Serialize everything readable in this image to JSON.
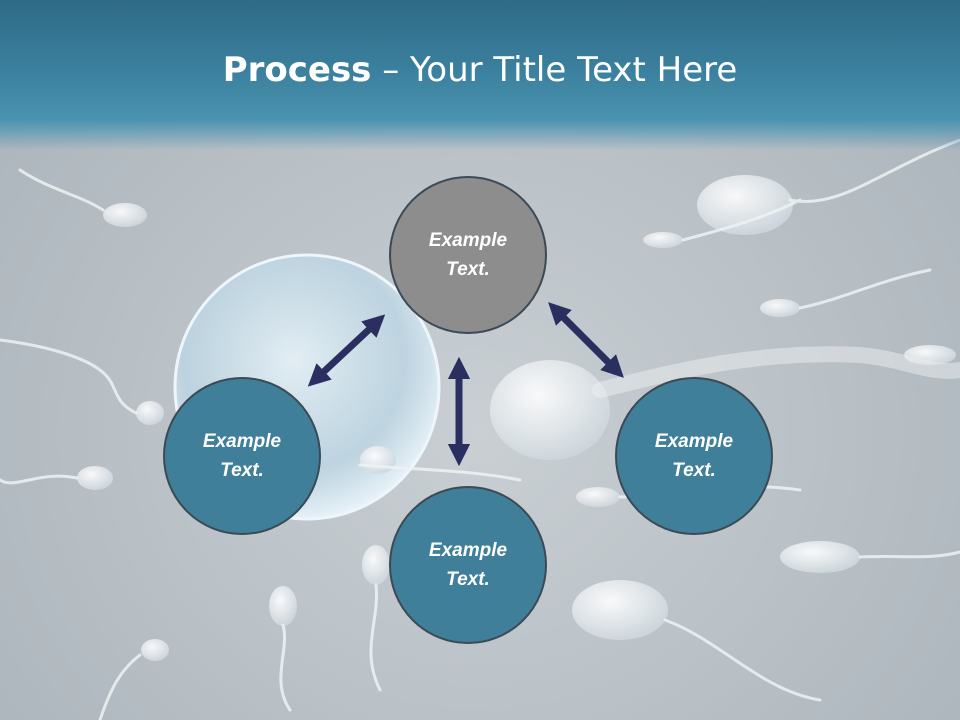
{
  "slide": {
    "title_bold": "Process",
    "title_rest": " – Your Title Text Here"
  },
  "nodes": {
    "top": "Example Text.",
    "left": "Example Text.",
    "right": "Example Text.",
    "bottom": "Example Text."
  },
  "colors": {
    "header": "#3a7f9d",
    "node_gray": "#8d8d8d",
    "node_teal": "#3f7f9a",
    "arrow": "#2b2f60"
  }
}
